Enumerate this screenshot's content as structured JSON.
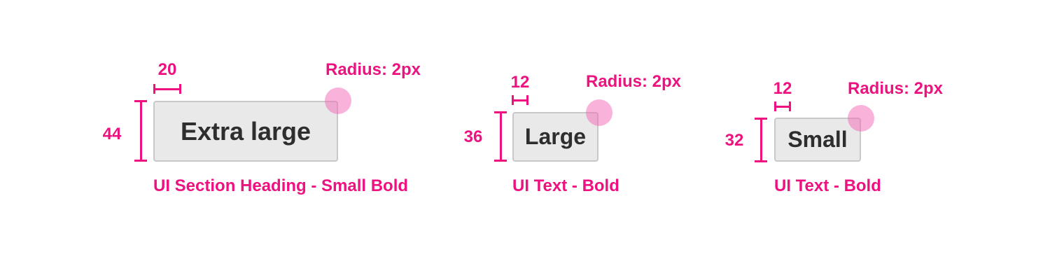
{
  "colors": {
    "accent": "#ED127F",
    "button_background": "#E9E9E9",
    "button_border": "#C8C8C8",
    "button_text": "#2E2E2E",
    "radius_dot": "#F9AFDA"
  },
  "groups": [
    {
      "button_label": "Extra large",
      "padding_value": "20",
      "height_value": "44",
      "radius_label": "Radius: 2px",
      "caption": "UI Section Heading - Small Bold"
    },
    {
      "button_label": "Large",
      "padding_value": "12",
      "height_value": "36",
      "radius_label": "Radius: 2px",
      "caption": "UI Text - Bold"
    },
    {
      "button_label": "Small",
      "padding_value": "12",
      "height_value": "32",
      "radius_label": "Radius: 2px",
      "caption": "UI Text - Bold"
    }
  ]
}
